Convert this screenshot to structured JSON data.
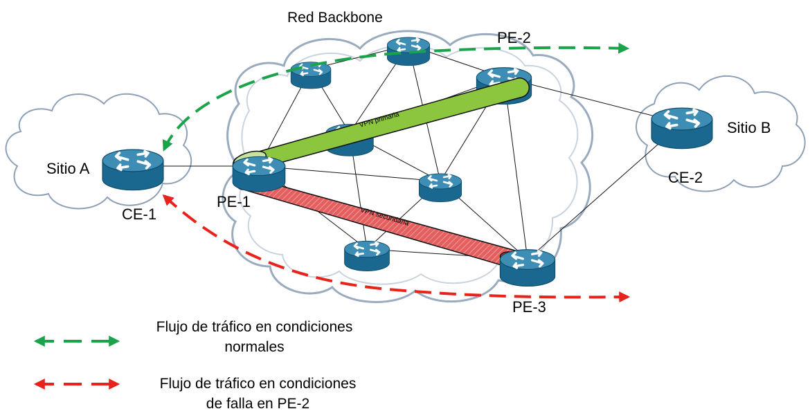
{
  "diagram": {
    "backbone_label": "Red Backbone",
    "site_a_label": "Sitio A",
    "site_b_label": "Sitio B",
    "routers": {
      "ce1": "CE-1",
      "ce2": "CE-2",
      "pe1": "PE-1",
      "pe2": "PE-2",
      "pe3": "PE-3"
    },
    "tunnels": {
      "primary": "VPN primaria",
      "secondary": "VPN secundaria"
    }
  },
  "legend": {
    "normal_line1": "Flujo de tráfico en condiciones",
    "normal_line2": "normales",
    "failure_line1": "Flujo de tráfico en condiciones",
    "failure_line2": "de falla en PE-2"
  },
  "colors": {
    "router_body": "#1f6f95",
    "router_top": "#3f8fb6",
    "cloud_stroke": "#8da0b6",
    "normal_flow": "#1aa34a",
    "failure_flow": "#e8231c",
    "primary_tunnel": "#8cc63e",
    "secondary_tunnel": "#e36b6b"
  },
  "icons": {
    "router": "router-icon",
    "cloud": "cloud-icon",
    "arrow": "arrow-icon"
  }
}
